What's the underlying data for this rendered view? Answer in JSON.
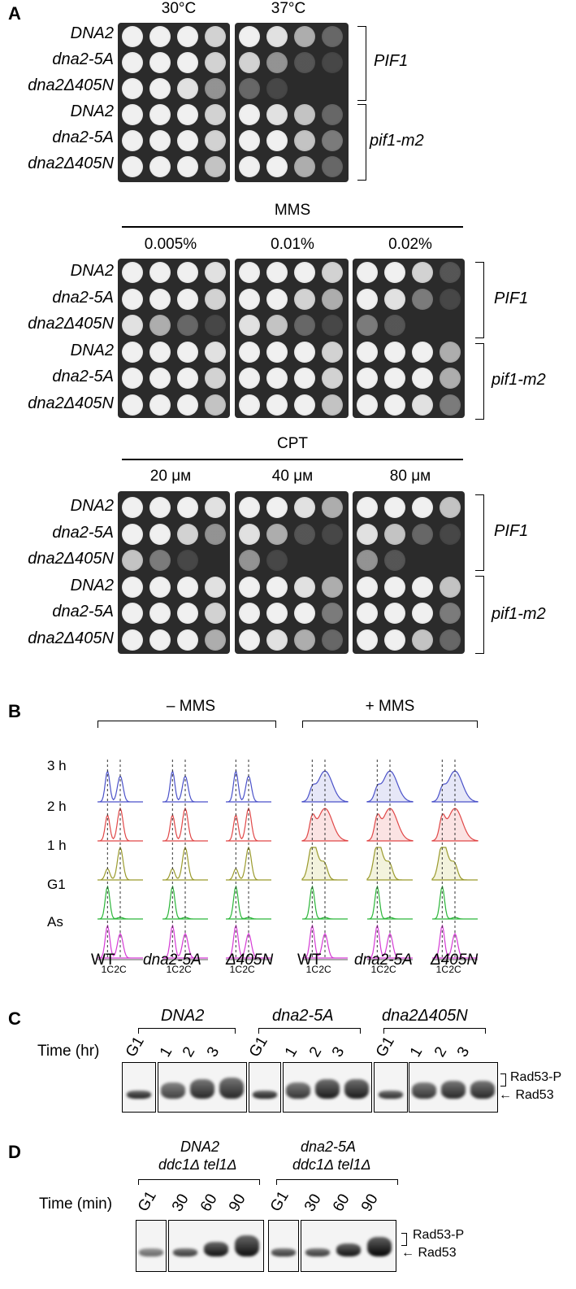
{
  "panelA": {
    "letter": "A",
    "temp": {
      "cond1": "30°C",
      "cond2": "37°C"
    },
    "mms": {
      "title": "MMS",
      "cond1": "0.005%",
      "cond2": "0.01%",
      "cond3": "0.02%"
    },
    "cpt": {
      "title": "CPT",
      "cond1": "20 μм",
      "cond2": "40 μм",
      "cond3": "80 μм"
    },
    "strains": [
      "DNA2",
      "dna2-5A",
      "dna2Δ405N",
      "DNA2",
      "dna2-5A",
      "dna2Δ405N"
    ],
    "groups": {
      "g1": "PIF1",
      "g2": "pif1-m2"
    }
  },
  "panelB": {
    "letter": "B",
    "minus": "– MMS",
    "plus": "+ MMS",
    "rows": [
      "3 h",
      "2 h",
      "1 h",
      "G1",
      "As"
    ],
    "c1": "1C",
    "c2": "2C",
    "strains": [
      "WT",
      "dna2-5A",
      "Δ405N",
      "WT",
      "dna2-5A",
      "Δ405N"
    ]
  },
  "panelC": {
    "letter": "C",
    "time": "Time (hr)",
    "groups": [
      "DNA2",
      "dna2-5A",
      "dna2Δ405N"
    ],
    "lanes": [
      "G1",
      "1",
      "2",
      "3"
    ],
    "rad53p": "Rad53-P",
    "rad53": "← Rad53"
  },
  "panelD": {
    "letter": "D",
    "time": "Time (min)",
    "g1a": "DNA2",
    "g1b": "ddc1Δ tel1Δ",
    "g2a": "dna2-5A",
    "g2b": "ddc1Δ tel1Δ",
    "lanes": [
      "G1",
      "30",
      "60",
      "90"
    ],
    "rad53p": "Rad53-P",
    "rad53": "← Rad53"
  }
}
